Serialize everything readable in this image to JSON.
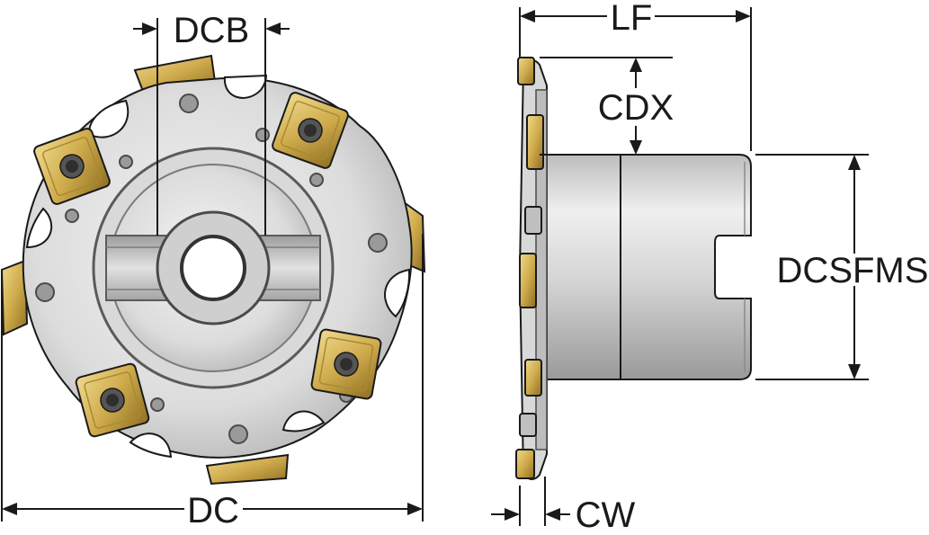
{
  "labels": {
    "dcb": "DCB",
    "dc": "DC",
    "lf": "LF",
    "cdx": "CDX",
    "dcsfms": "DCSFMS",
    "cw": "CW"
  },
  "colors": {
    "body_steel_light": "#e6e6e6",
    "body_steel_mid": "#c8c8c8",
    "body_steel_dark": "#8a8a8a",
    "insert_gold": "#c9a547",
    "insert_gold_light": "#e8cf7d",
    "insert_gold_dark": "#8e6f22",
    "screw_dark": "#3a3a3a",
    "line": "#1a1a1a"
  },
  "icons": {
    "arrowhead": "filled-triangle-arrowhead",
    "screw": "torx-screw-icon"
  }
}
